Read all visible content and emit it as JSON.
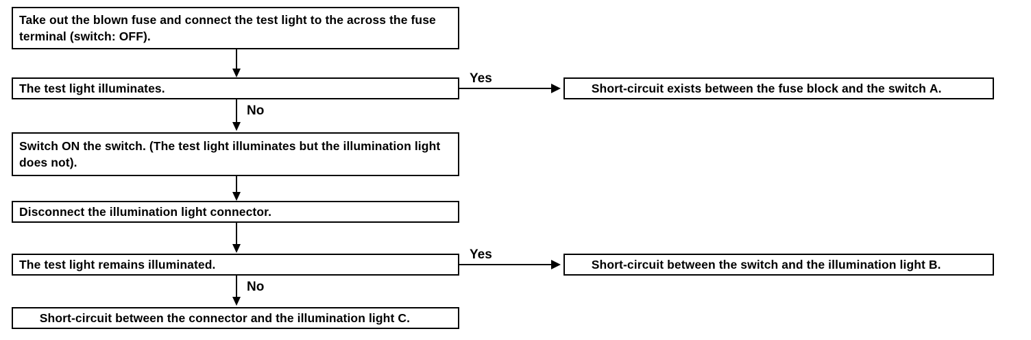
{
  "diagram": {
    "title": "Short-circuit test light troubleshooting flowchart",
    "colors": {
      "background": "#ffffff",
      "line": "#000000",
      "text": "#000000"
    },
    "nodes": [
      {
        "id": "step-take-out-fuse",
        "text": "Take out the blown fuse and connect the test light to the across the fuse terminal (switch: OFF).",
        "lines": 2
      },
      {
        "id": "check-test-light-illuminates",
        "text": "The test light illuminates.",
        "lines": 1
      },
      {
        "id": "result-fuse-block-switch",
        "text_prefix": "Short-circuit exists between the fuse block and the switch ",
        "text_bold": "A.",
        "lines": 1
      },
      {
        "id": "step-switch-on",
        "text": "Switch ON the switch. (The test light illuminates but the illumination light does not).",
        "lines": 2
      },
      {
        "id": "step-disconnect-connector",
        "text": "Disconnect the illumination light connector.",
        "lines": 1
      },
      {
        "id": "check-test-light-remains",
        "text": "The test light remains illuminated.",
        "lines": 1
      },
      {
        "id": "result-switch-illumination-light",
        "text_prefix": "Short-circuit between the switch and the illumination light ",
        "text_bold": "B.",
        "lines": 1
      },
      {
        "id": "result-connector-illumination-light",
        "text_prefix": "Short-circuit between the connector and the illumination light ",
        "text_bold": "C.",
        "lines": 1
      }
    ],
    "edge_labels": {
      "yes_1": "Yes",
      "no_1": "No",
      "yes_2": "Yes",
      "no_2": "No"
    }
  }
}
